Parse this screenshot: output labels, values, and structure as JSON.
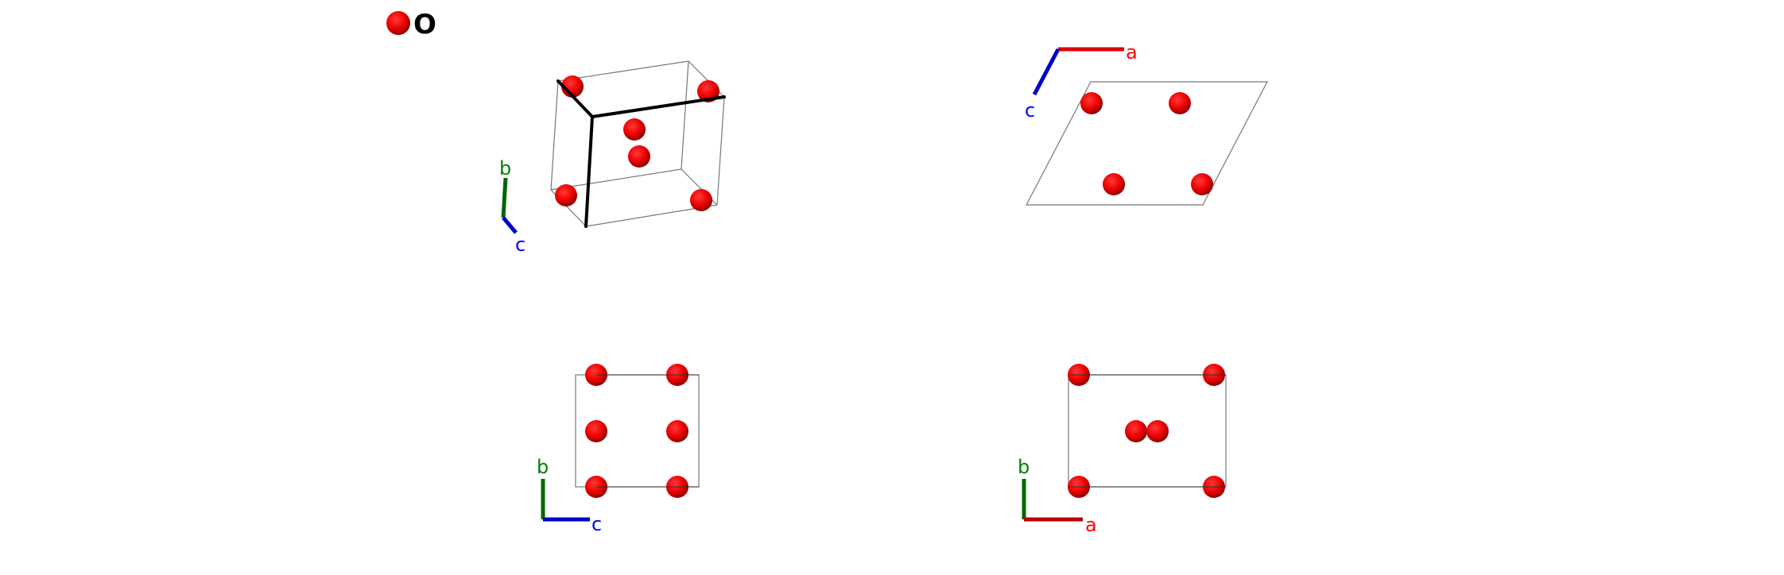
{
  "legend": {
    "element": "O",
    "color": "#ff0000"
  },
  "axis_labels": {
    "a": "a",
    "b": "b",
    "c": "c"
  },
  "colors": {
    "a": "#dd0000",
    "b": "#006600",
    "c": "#0000cc",
    "atom": "#ff0000"
  }
}
